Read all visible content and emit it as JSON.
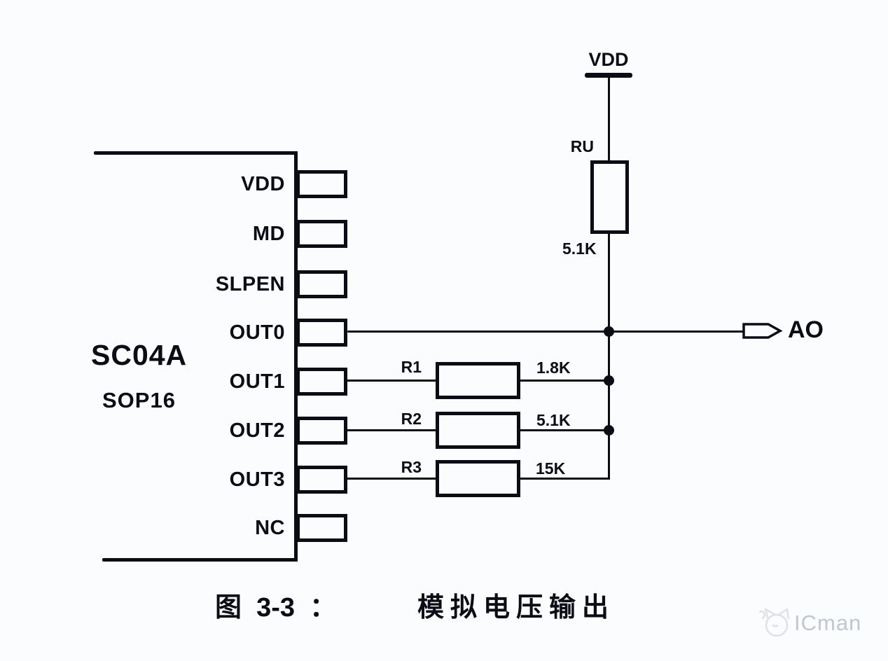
{
  "ic": {
    "name": "SC04A",
    "package": "SOP16",
    "pins": [
      {
        "label": "VDD"
      },
      {
        "label": "MD"
      },
      {
        "label": "SLPEN"
      },
      {
        "label": "OUT0"
      },
      {
        "label": "OUT1"
      },
      {
        "label": "OUT2"
      },
      {
        "label": "OUT3"
      },
      {
        "label": "NC"
      }
    ]
  },
  "power_rail": {
    "label": "VDD"
  },
  "pullup_resistor": {
    "ref": "RU",
    "value": "5.1K"
  },
  "series_resistors": [
    {
      "ref": "R1",
      "value": "1.8K"
    },
    {
      "ref": "R2",
      "value": "5.1K"
    },
    {
      "ref": "R3",
      "value": "15K"
    }
  ],
  "output_port": {
    "label": "AO"
  },
  "caption": {
    "figure_label": "图  3-3  ：",
    "title": "模拟电压输出"
  },
  "watermark": {
    "brand": "ICman"
  },
  "colors": {
    "line": "#0c0c16",
    "background": "#fbfcfe",
    "watermark_text": "#c2c6ce"
  }
}
